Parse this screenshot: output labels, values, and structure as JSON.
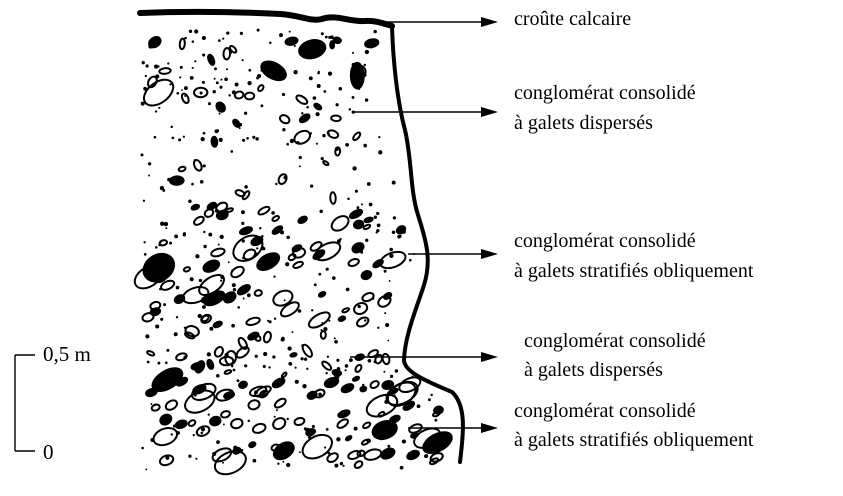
{
  "labels": {
    "crust": "croûte calcaire",
    "layer1_line1": "conglomérat consolidé",
    "layer1_line2": "à galets dispersés",
    "layer2_line1": "conglomérat consolidé",
    "layer2_line2": "à galets stratifiés obliquement",
    "layer3_line1": "conglomérat consolidé",
    "layer3_line2": "à galets dispersés",
    "layer4_line1": "conglomérat consolidé",
    "layer4_line2": "à galets stratifiés obliquement"
  },
  "scale": {
    "top_label": "0,5 m",
    "bottom_label": "0"
  },
  "colors": {
    "ink": "#000000",
    "background": "#ffffff"
  }
}
